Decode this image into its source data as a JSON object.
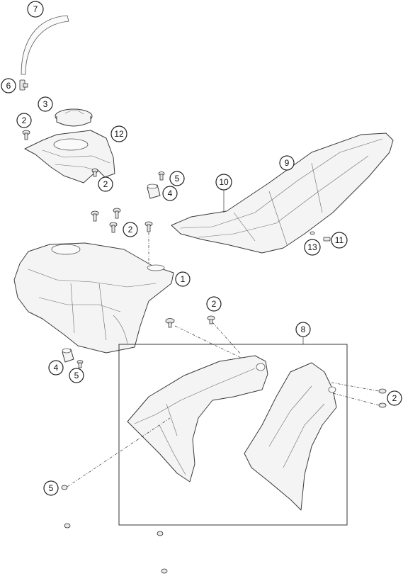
{
  "callouts": [
    {
      "id": "c7",
      "label": "7"
    },
    {
      "id": "c6",
      "label": "6"
    },
    {
      "id": "c3",
      "label": "3"
    },
    {
      "id": "c2a",
      "label": "2"
    },
    {
      "id": "c12",
      "label": "12"
    },
    {
      "id": "c2b",
      "label": "2"
    },
    {
      "id": "c5a",
      "label": "5"
    },
    {
      "id": "c4a",
      "label": "4"
    },
    {
      "id": "c9",
      "label": "9"
    },
    {
      "id": "c10",
      "label": "10"
    },
    {
      "id": "c2c",
      "label": "2"
    },
    {
      "id": "c1",
      "label": "1"
    },
    {
      "id": "c13",
      "label": "13"
    },
    {
      "id": "c11",
      "label": "11"
    },
    {
      "id": "c2d",
      "label": "2"
    },
    {
      "id": "c8",
      "label": "8"
    },
    {
      "id": "c4b",
      "label": "4"
    },
    {
      "id": "c5b",
      "label": "5"
    },
    {
      "id": "c2e",
      "label": "2"
    },
    {
      "id": "c5c",
      "label": "5"
    }
  ]
}
